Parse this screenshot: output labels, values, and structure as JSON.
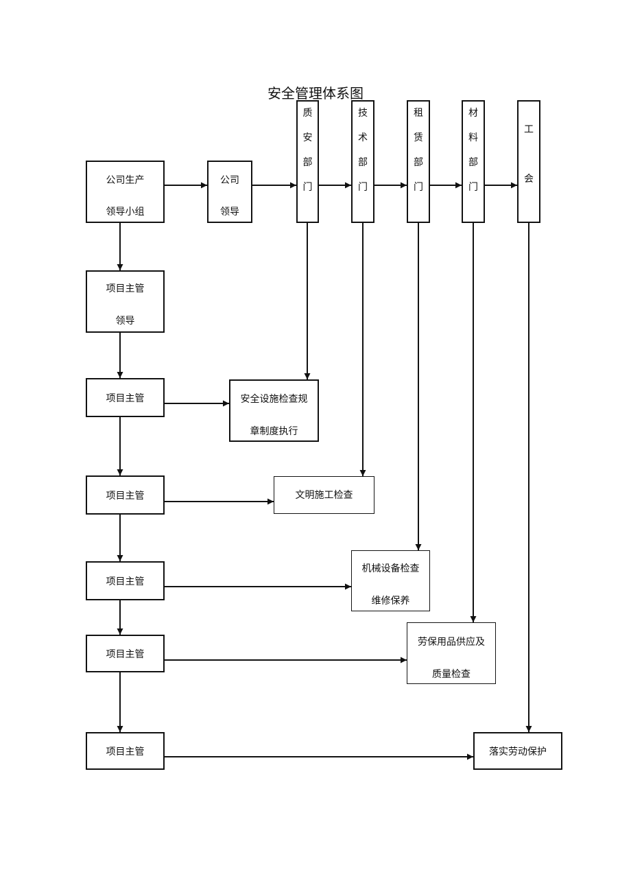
{
  "title": "安全管理体系图",
  "nodes": {
    "company_group": [
      "公司生产",
      "领导小组"
    ],
    "company_leader": [
      "公司",
      "领导"
    ],
    "project_leader": [
      "项目主管",
      "领导"
    ],
    "supervisor": "项目主管",
    "safety_check": [
      "安全设施检查规",
      "章制度执行"
    ],
    "civil_check": "文明施工检查",
    "machine_check": [
      "机械设备检查",
      "维修保养"
    ],
    "ppe_supply": [
      "劳保用品供应及",
      "质量检查"
    ],
    "labor_protect": "落实劳动保护"
  },
  "departments": {
    "quality": [
      "质",
      "安",
      "部",
      "门"
    ],
    "technical": [
      "技",
      "术",
      "部",
      "门"
    ],
    "leasing": [
      "租",
      "赁",
      "部",
      "门"
    ],
    "materials": [
      "材",
      "料",
      "部",
      "门"
    ],
    "union": [
      "工",
      "会"
    ]
  }
}
